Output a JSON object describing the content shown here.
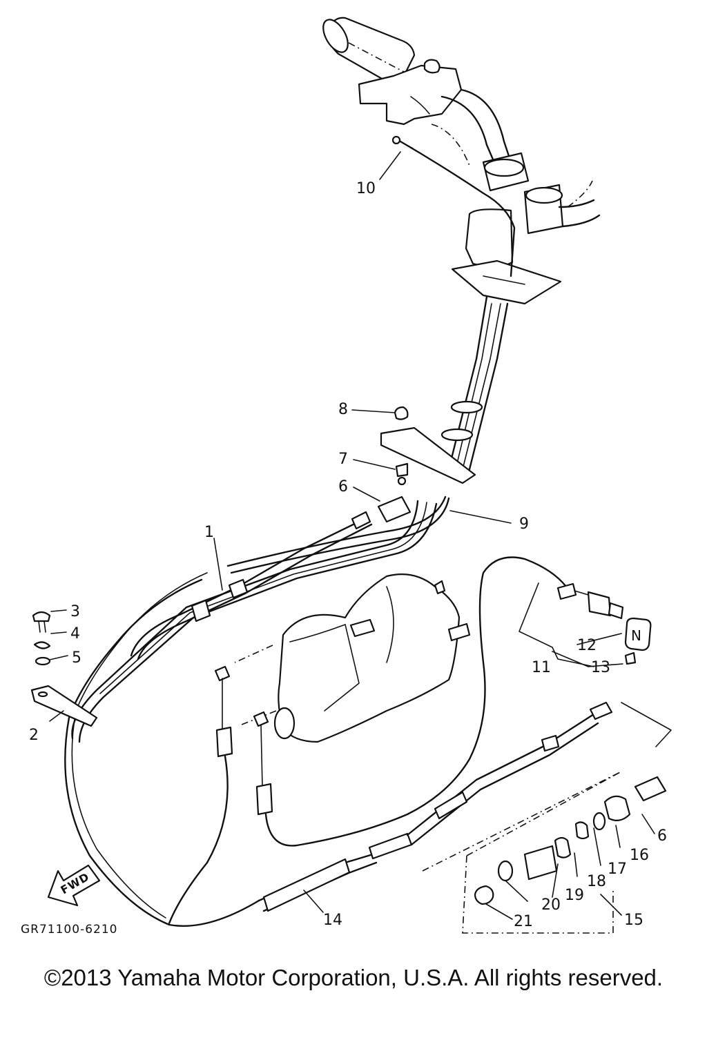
{
  "callouts": {
    "c1": "1",
    "c2": "2",
    "c3": "3",
    "c4": "4",
    "c5": "5",
    "c6a": "6",
    "c6b": "6",
    "c7": "7",
    "c8": "8",
    "c9": "9",
    "c10": "10",
    "c11": "11",
    "c12": "12",
    "c13": "13",
    "c14": "14",
    "c15": "15",
    "c16": "16",
    "c17": "17",
    "c18": "18",
    "c19": "19",
    "c20": "20",
    "c21": "21"
  },
  "fwd_label": "FWD",
  "neutral_label": "N",
  "drawing_code": "GR71100-6210",
  "copyright": "©2013 Yamaha Motor Corporation, U.S.A. All rights reserved."
}
